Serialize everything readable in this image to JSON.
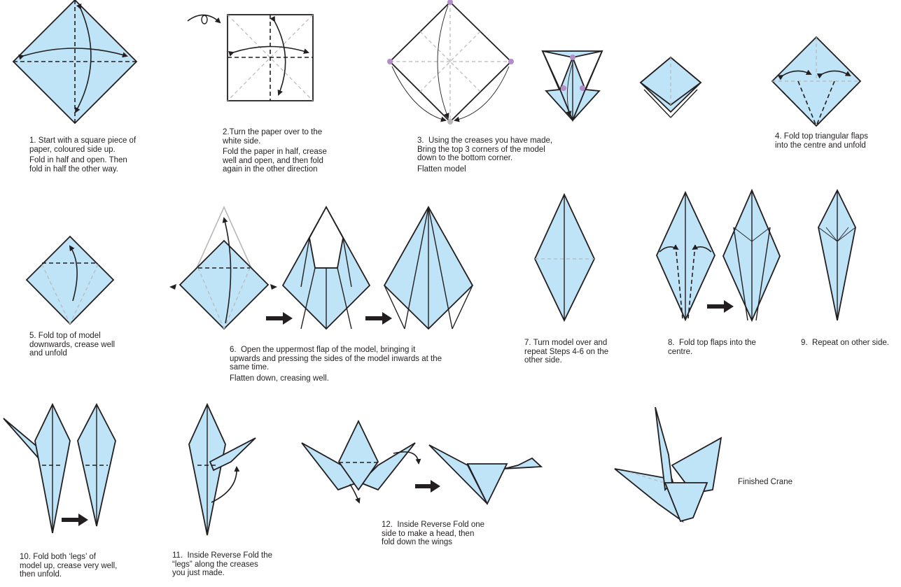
{
  "steps": [
    {
      "number": "1.",
      "lines": [
        "Start with a square piece of",
        "paper, coloured side up.",
        "Fold in half and open. Then",
        "fold in half the other way."
      ]
    },
    {
      "number": "2.",
      "lines": [
        "Turn the paper over to the",
        "white side.",
        "Fold the paper in half, crease",
        "well  and open,  and then fold",
        "again in the other direction"
      ]
    },
    {
      "number": "3.",
      "lines": [
        "Using the creases you have made,",
        "Bring the top 3 corners of the model",
        "down to the bottom corner.",
        "Flatten model"
      ]
    },
    {
      "number": "4.",
      "lines": [
        "Fold top triangular flaps",
        "into the centre and unfold"
      ]
    },
    {
      "number": "5.",
      "lines": [
        "Fold top of model",
        "downwards, crease well",
        "and unfold"
      ]
    },
    {
      "number": "6.",
      "lines": [
        "Open the uppermost flap of the model, bringing it",
        "upwards and pressing the sides of the model inwards at the",
        "same time.",
        "Flatten down, creasing well."
      ]
    },
    {
      "number": "7.",
      "lines": [
        "Turn model over and",
        "repeat Steps 4-6 on the",
        "other side."
      ]
    },
    {
      "number": "8.",
      "lines": [
        "Fold top flaps into the",
        "centre."
      ]
    },
    {
      "number": "9.",
      "lines": [
        "Repeat on other side."
      ]
    },
    {
      "number": "10.",
      "lines": [
        "Fold both ‘legs’ of",
        "model up, crease very well,",
        "then unfold."
      ]
    },
    {
      "number": "11.",
      "lines": [
        "Inside Reverse Fold the",
        "“legs” along the creases",
        "you just made."
      ]
    },
    {
      "number": "12.",
      "lines": [
        "Inside Reverse Fold one",
        "side to make a head, then",
        "fold down the wings"
      ]
    }
  ],
  "finished_label": "Finished Crane",
  "colors": {
    "paper": "#bfe3f7",
    "ink": "#231f20",
    "crease_grey": "#b8b8b8",
    "corner_dot": "#b48cc8"
  },
  "icons": [
    "turn-over-icon",
    "next-arrow-icon",
    "fold-arrow-icon"
  ]
}
